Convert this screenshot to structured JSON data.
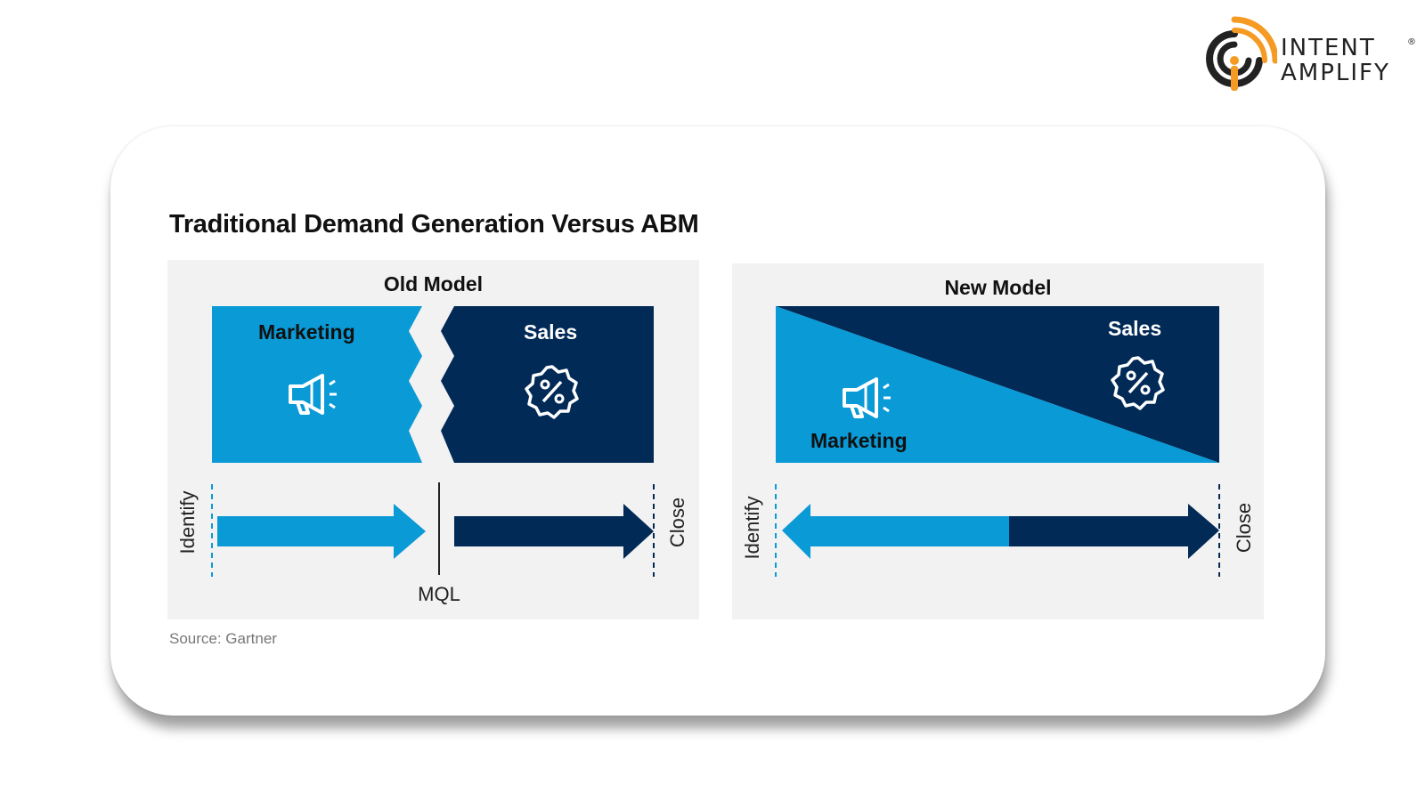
{
  "brand": {
    "line1": "INTENT",
    "line2": "AMPLIFY",
    "registered": "®"
  },
  "title": "Traditional Demand Generation Versus ABM",
  "old_model": {
    "heading": "Old Model",
    "marketing": "Marketing",
    "sales": "Sales",
    "start": "Identify",
    "end": "Close",
    "handoff": "MQL",
    "icons": [
      "megaphone-icon",
      "percent-badge-icon"
    ]
  },
  "new_model": {
    "heading": "New Model",
    "marketing": "Marketing",
    "sales": "Sales",
    "start": "Identify",
    "end": "Close",
    "icons": [
      "megaphone-icon",
      "percent-badge-icon"
    ]
  },
  "source": "Source: Gartner",
  "colors": {
    "marketing_blue": "#0a9ad6",
    "sales_navy": "#012a57",
    "panel_bg": "#f2f2f2",
    "brand_orange": "#f59a23",
    "brand_dark": "#222222"
  }
}
